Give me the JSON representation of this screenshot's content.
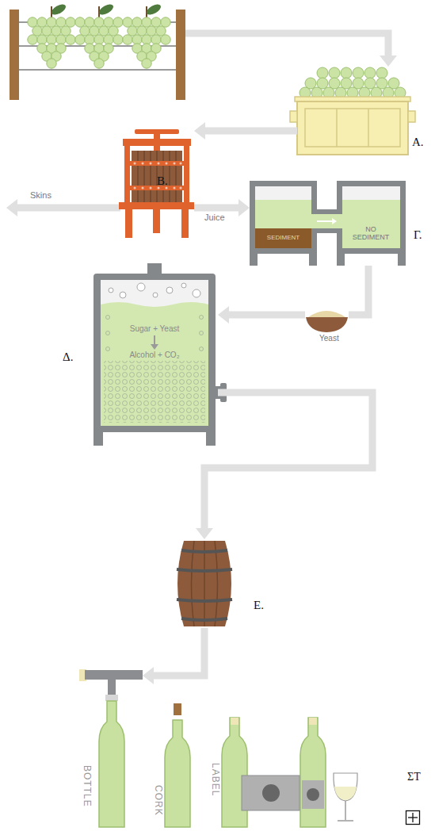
{
  "diagram": {
    "nodes": [
      {
        "text": [
          "Α."
        ]
      },
      {
        "text": [
          "Β."
        ]
      },
      {
        "text": [
          "Γ."
        ]
      },
      {
        "text": [
          "SEDIMENT"
        ],
        "in": 2
      },
      {
        "text": [
          "NO SEDIMENT"
        ],
        "in": 2
      },
      {
        "text": [
          "Yeast"
        ]
      },
      {
        "text": [
          "Sugar + Yeast",
          "Alcohol + CO₂",
          "Δ."
        ]
      },
      {
        "text": [
          "Ε."
        ]
      },
      {
        "text": [
          "BOTTLE"
        ]
      }
    ],
    "edges": [
      {
        "from": 0,
        "to": 1,
        "arrow": "to"
      },
      {
        "from": 1,
        "to": 2,
        "label": "Juice",
        "arrow": "to"
      },
      {
        "from": 3,
        "to": 4,
        "arrow": "to"
      },
      {
        "from": 4,
        "to": 5,
        "arrow": "none"
      },
      {
        "from": 5,
        "to": 6,
        "arrow": "to"
      },
      {
        "from": 6,
        "to": 7,
        "arrow": "to"
      },
      {
        "from": 7,
        "to": 8,
        "arrow": "to"
      }
    ],
    "labels": [
      "Skins",
      "CORK",
      "LABEL",
      "ΣΤ"
    ]
  }
}
